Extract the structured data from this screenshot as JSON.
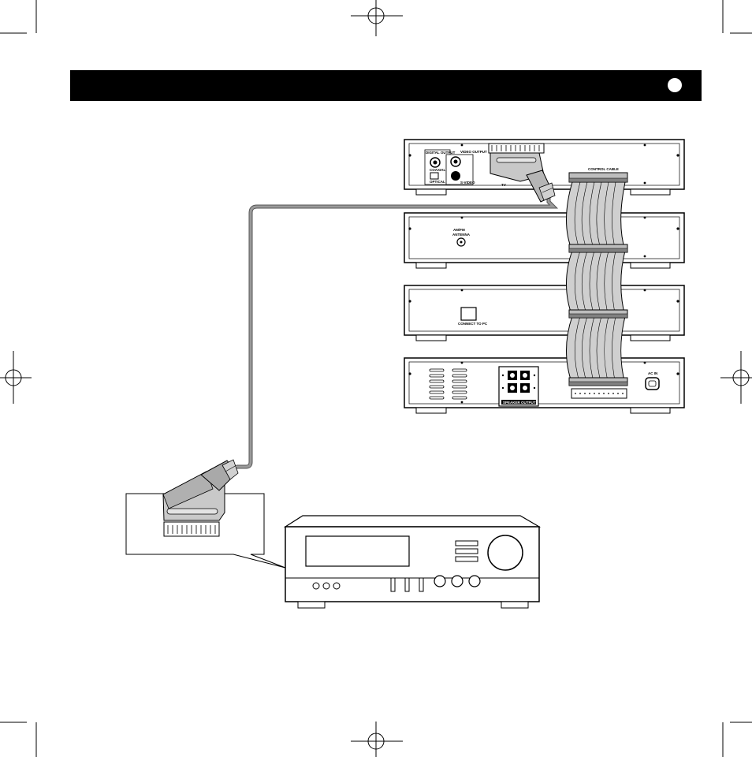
{
  "header": {
    "title": "",
    "marker_color": "#ffffff",
    "bar_color": "#000000"
  },
  "units": {
    "dvd": {
      "digital_out_label": "DIGITAL OUTPUT",
      "coaxial_label": "COAXIAL",
      "optical_label": "OPTICAL",
      "video_out_label": "VIDEO OUTPUT",
      "svideo_label": "S-VIDEO",
      "scart_label": "TV"
    },
    "tuner": {
      "antenna_label_line1": "AM/FM",
      "antenna_label_line2": "ANTENNA"
    },
    "pc_unit": {
      "connect_label": "CONNECT TO PC"
    },
    "amplifier": {
      "speakers_label": "SPEAKER OUTPUTS",
      "ac_label": "AC IN"
    }
  },
  "cable": {
    "label": "CONTROL CABLE"
  },
  "colors": {
    "cable_gray": "#9a9a9a",
    "ribbon_fill": "#cfcfcf",
    "connector_fill": "#bdbdbd",
    "line": "#000000"
  }
}
